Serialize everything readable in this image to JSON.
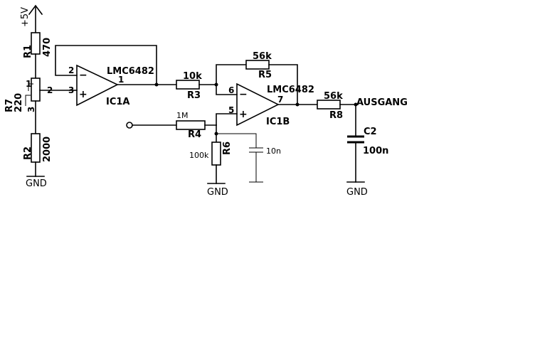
{
  "supply": {
    "label": "+5V"
  },
  "ground_label": "GND",
  "resistors": {
    "r1": {
      "name": "R1",
      "value": "470"
    },
    "r7": {
      "name": "R7",
      "value": "220"
    },
    "r2": {
      "name": "R2",
      "value": "2000"
    },
    "r3": {
      "name": "R3",
      "value": "10k"
    },
    "r4": {
      "name": "R4",
      "value": "1M"
    },
    "r5": {
      "name": "R5",
      "value": "56k"
    },
    "r6": {
      "name": "R6",
      "value": "100k"
    },
    "r8": {
      "name": "R8",
      "value": "56k"
    }
  },
  "capacitors": {
    "c1": {
      "value": "10n"
    },
    "c2": {
      "name": "C2",
      "value": "100n"
    }
  },
  "opamps": {
    "ic1a": {
      "name": "IC1A",
      "part": "LMC6482",
      "pin_inv": "2",
      "pin_noninv": "3",
      "pin_out": "1",
      "minus": "−",
      "plus": "+"
    },
    "ic1b": {
      "name": "IC1B",
      "part": "LMC6482",
      "pin_inv": "6",
      "pin_noninv": "5",
      "pin_out": "7",
      "minus": "−",
      "plus": "+"
    }
  },
  "pot_pins": {
    "p1": "1",
    "p2": "2",
    "p3": "3"
  },
  "output": {
    "label": "AUSGANG"
  }
}
